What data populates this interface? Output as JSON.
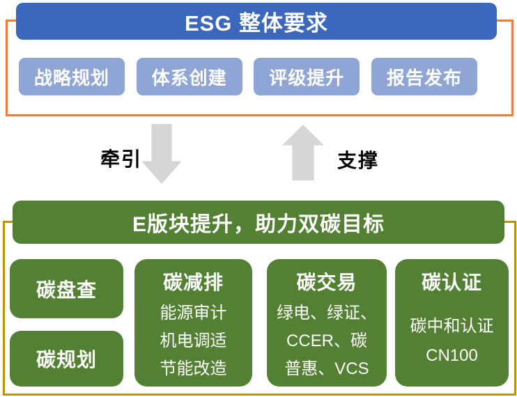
{
  "top_section": {
    "header": "ESG 整体要求",
    "buttons": [
      {
        "label": "战略规划"
      },
      {
        "label": "体系创建"
      },
      {
        "label": "评级提升"
      },
      {
        "label": "报告发布"
      }
    ]
  },
  "arrows": {
    "pull_label": "牵引",
    "support_label": "支撑",
    "pull_direction": "down",
    "support_direction": "up"
  },
  "bottom_section": {
    "header": "E版块提升，助力双碳目标",
    "left_boxes": [
      {
        "label": "碳盘查"
      },
      {
        "label": "碳规划"
      }
    ],
    "cards": [
      {
        "title": "碳减排",
        "lines": [
          "能源审计",
          "机电调适",
          "节能改造"
        ]
      },
      {
        "title": "碳交易",
        "lines": [
          "绿电、绿证、",
          "CCER、碳",
          "普惠、VCS"
        ]
      },
      {
        "title": "碳认证",
        "lines": [
          "碳中和认证",
          "CN100"
        ]
      }
    ]
  },
  "colors": {
    "blue_header": "#3B68BD",
    "blue_button": "#8EA5D6",
    "orange_frame": "#E8803C",
    "green": "#538033",
    "gold_frame": "#BF9000",
    "arrow_gray": "#D6D6D6"
  }
}
